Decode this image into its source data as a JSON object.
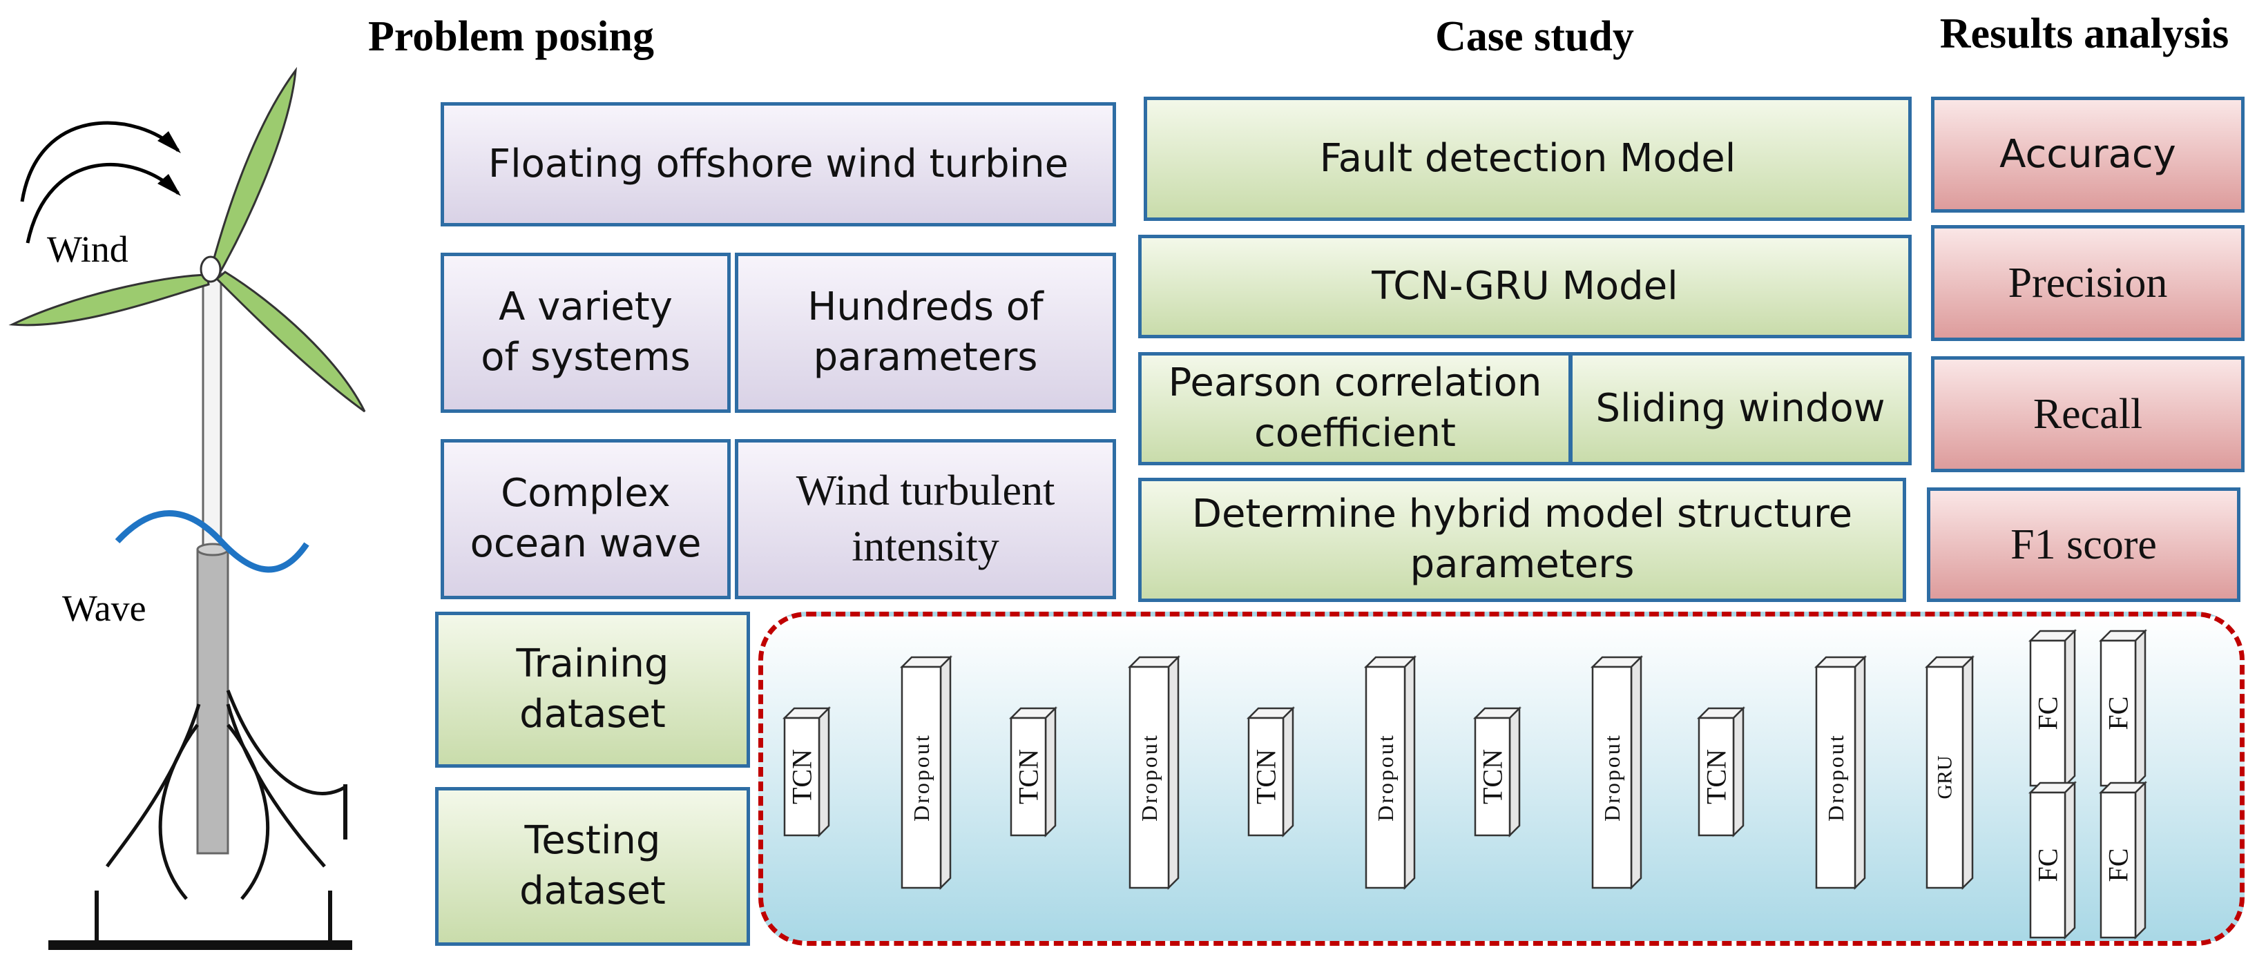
{
  "headers": {
    "problem_posing": "Problem posing",
    "case_study": "Case study",
    "results_analysis": "Results analysis"
  },
  "turbine": {
    "wind_label": "Wind",
    "wave_label": "Wave"
  },
  "problem": {
    "floating": "Floating offshore wind turbine",
    "variety": "A variety\nof systems",
    "hundreds": "Hundreds of\nparameters",
    "complex": "Complex\nocean wave",
    "turbulent": "Wind turbulent\nintensity",
    "training": "Training\ndataset",
    "testing": "Testing\ndataset"
  },
  "case": {
    "fault": "Fault detection Model",
    "tcn_gru": "TCN-GRU Model",
    "pearson": "Pearson correlation\ncoefficient",
    "sliding": "Sliding window",
    "determine": "Determine hybrid model structure\nparameters"
  },
  "results": {
    "accuracy": "Accuracy",
    "precision": "Precision",
    "recall": "Recall",
    "f1": "F1 score"
  },
  "network": {
    "tcn": "TCN",
    "dropout": "Dropout",
    "gru": "GRU",
    "fc": "FC"
  },
  "colors": {
    "box_border": "#2e6da4",
    "purple_fill": "#e3dcef",
    "green_fill": "#d7e6c0",
    "red_fill": "#e9b9b9",
    "dash_border": "#c00000",
    "blade_green": "#9ccb6f",
    "wave_blue": "#1f74c4"
  }
}
